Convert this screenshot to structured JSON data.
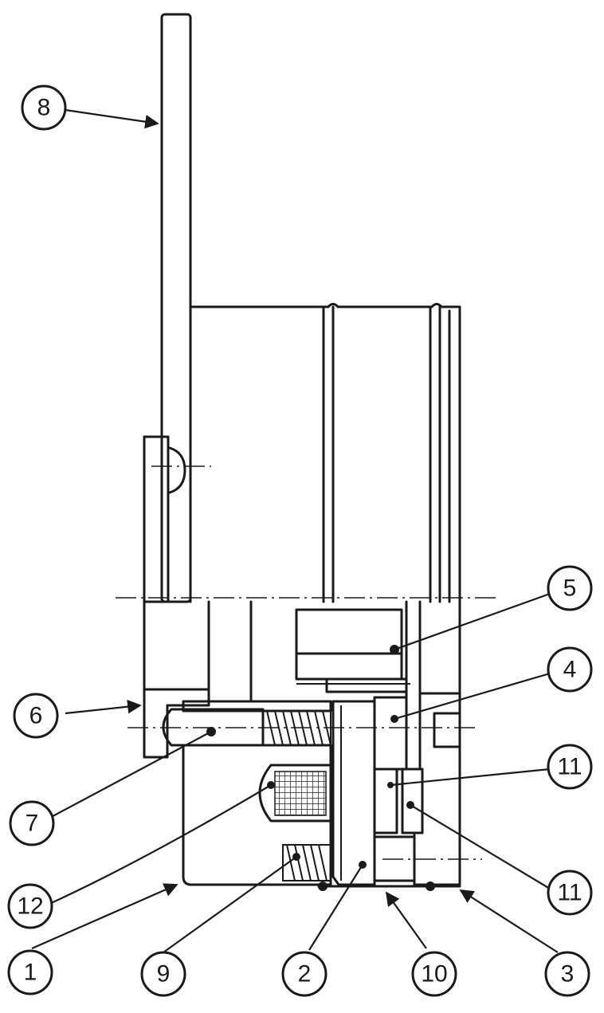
{
  "diagram": {
    "callouts": [
      {
        "id": "c8",
        "label": "8"
      },
      {
        "id": "c5",
        "label": "5"
      },
      {
        "id": "c4",
        "label": "4"
      },
      {
        "id": "c6",
        "label": "6"
      },
      {
        "id": "c11a",
        "label": "11"
      },
      {
        "id": "c7",
        "label": "7"
      },
      {
        "id": "c11b",
        "label": "11"
      },
      {
        "id": "c12",
        "label": "12"
      },
      {
        "id": "c1",
        "label": "1"
      },
      {
        "id": "c9",
        "label": "9"
      },
      {
        "id": "c2",
        "label": "2"
      },
      {
        "id": "c10",
        "label": "10"
      },
      {
        "id": "c3",
        "label": "3"
      }
    ]
  }
}
